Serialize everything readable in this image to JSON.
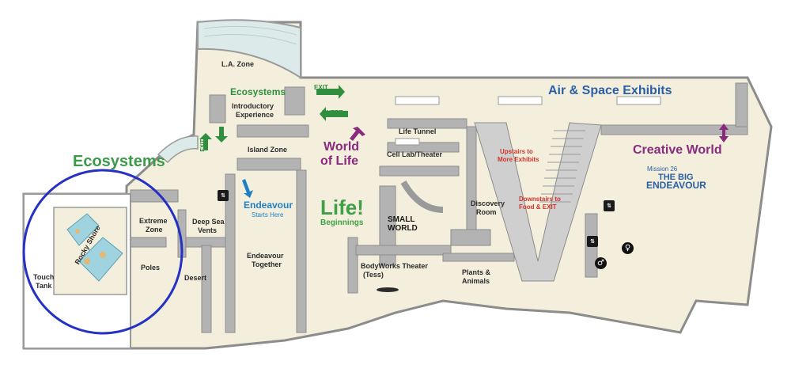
{
  "zones": {
    "la_zone": "L.A. Zone",
    "ecosystems_small": "Ecosystems",
    "introductory": "Introductory",
    "experience": "Experience",
    "island_zone": "Island Zone",
    "ecosystems_big": "Ecosystems",
    "extreme": "Extreme",
    "zone": "Zone",
    "deep_sea": "Deep Sea",
    "vents": "Vents",
    "poles": "Poles",
    "desert": "Desert",
    "rocky_shore": "Rocky Shore",
    "touch": "Touch",
    "tank": "Tank",
    "endeavour": "Endeavour",
    "starts_here": "Starts Here",
    "endeavour_together_1": "Endeavour",
    "endeavour_together_2": "Together",
    "world_of": "World",
    "of_life": "of Life",
    "life_tunnel": "Life Tunnel",
    "cell_lab": "Cell Lab/Theater",
    "life_big": "Life!",
    "beginnings": "Beginnings",
    "small": "SMALL",
    "world": "WORLD",
    "bodyworks_1": "BodyWorks Theater",
    "bodyworks_2": "(Tess)",
    "discovery_1": "Discovery",
    "discovery_2": "Room",
    "plants_1": "Plants &",
    "plants_2": "Animals",
    "air_space": "Air & Space Exhibits",
    "creative_world": "Creative World",
    "mission": "Mission 26",
    "the_big": "THE BIG",
    "endeavour_caps": "ENDEAVOUR",
    "upstairs_1": "Upstairs to",
    "upstairs_2": "More Exhibits",
    "downstairs_1": "Downstairs to",
    "downstairs_2": "Food & EXIT"
  },
  "signs": {
    "exit_top": "EXIT",
    "enter": "ENTER",
    "exit_side": "EXIT"
  },
  "colors": {
    "floor": "#f3efdc",
    "wall": "#9a9a9a",
    "circle": "#2531c4",
    "green": "#2f8f3e",
    "purple": "#8a2a7e"
  }
}
